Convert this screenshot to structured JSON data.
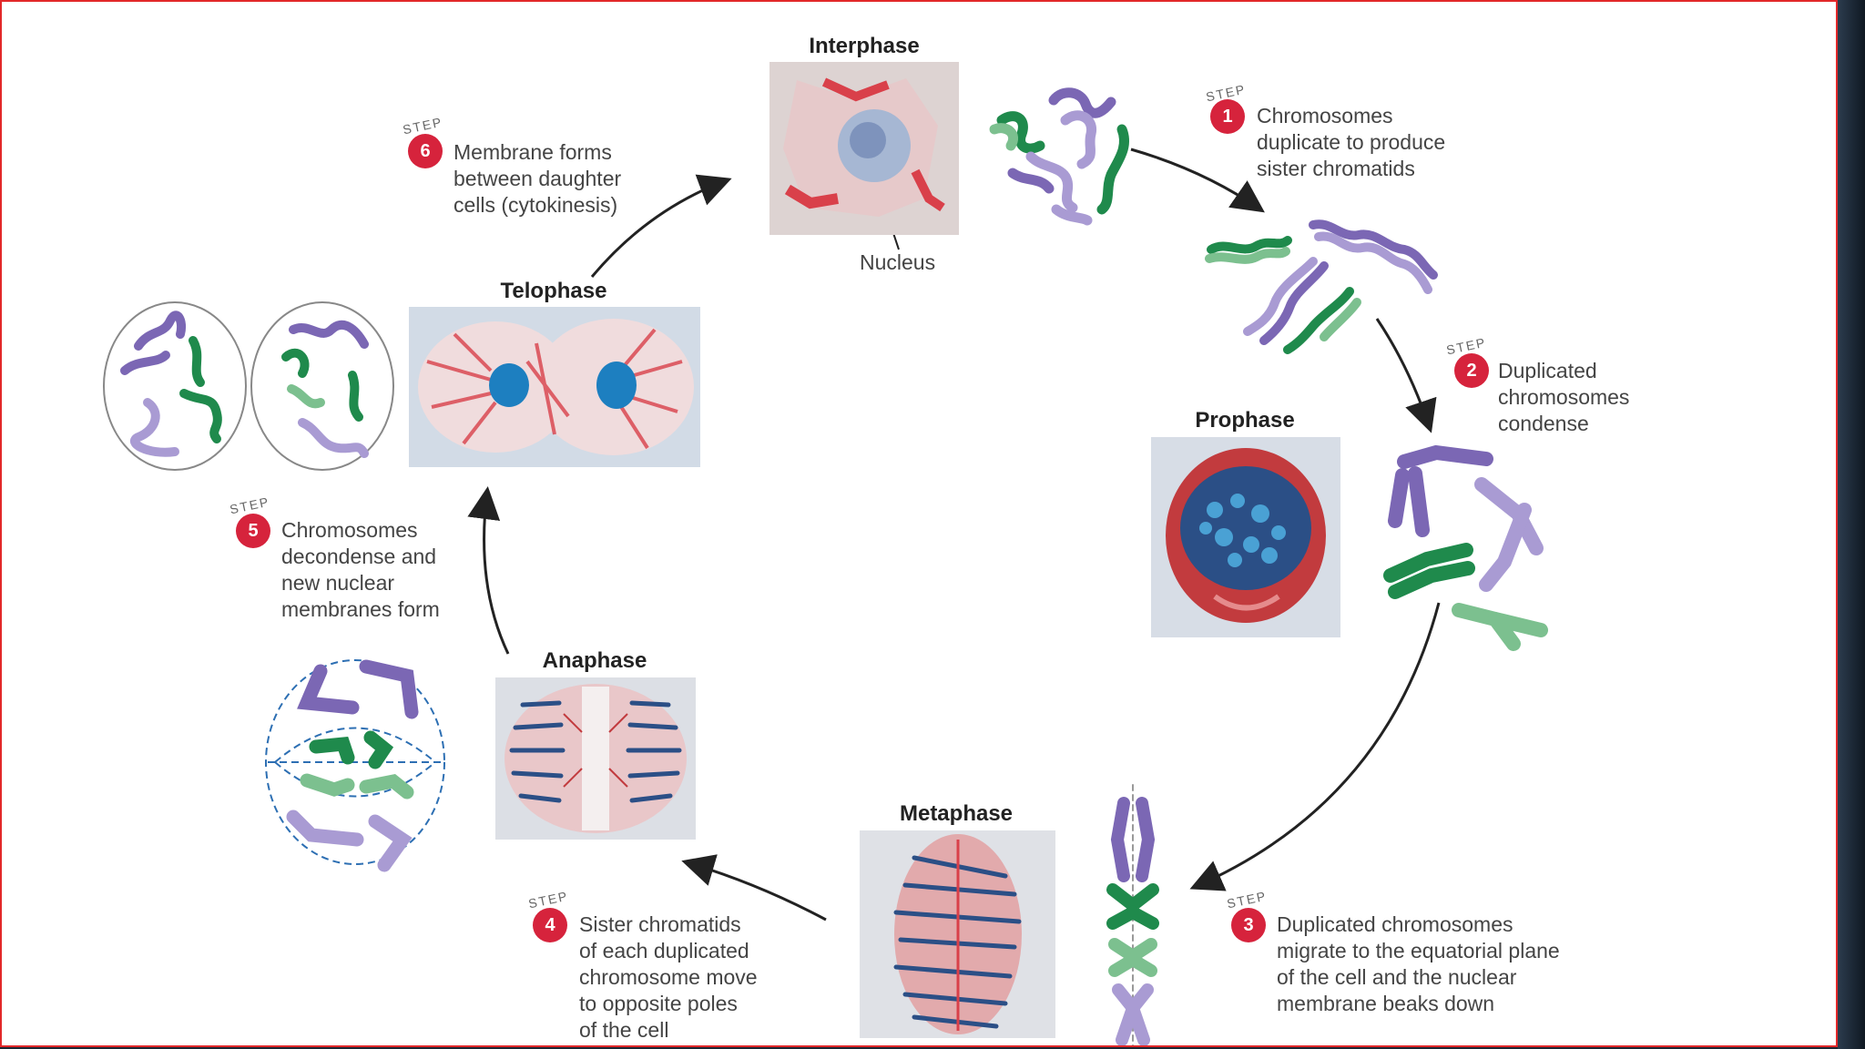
{
  "phases": {
    "interphase": "Interphase",
    "prophase": "Prophase",
    "metaphase": "Metaphase",
    "anaphase": "Anaphase",
    "telophase": "Telophase"
  },
  "nucleus_label": "Nucleus",
  "step_word": "STEP",
  "steps": [
    {
      "number": "1",
      "text": "Chromosomes\nduplicate to produce\nsister chromatids"
    },
    {
      "number": "2",
      "text": "Duplicated\nchromosomes\ncondense"
    },
    {
      "number": "3",
      "text": "Duplicated chromosomes\nmigrate to the equatorial plane\nof the cell and the nuclear\nmembrane beaks down"
    },
    {
      "number": "4",
      "text": "Sister chromatids\nof each duplicated\nchromosome move\nto opposite poles\nof the cell"
    },
    {
      "number": "5",
      "text": "Chromosomes\ndecondense and\nnew nuclear\nmembranes form"
    },
    {
      "number": "6",
      "text": "Membrane forms\nbetween daughter\ncells (cytokinesis)"
    }
  ],
  "colors": {
    "frame": "#e2282a",
    "step_badge": "#d6233c",
    "purple_chromosome": "#7b67b4",
    "light_purple_chromosome": "#a99bd3",
    "green_chromosome": "#1f8a4c",
    "light_green_chromosome": "#7cc08f",
    "stain_red": "#d9404a",
    "stain_blue": "#1d7fc0"
  }
}
